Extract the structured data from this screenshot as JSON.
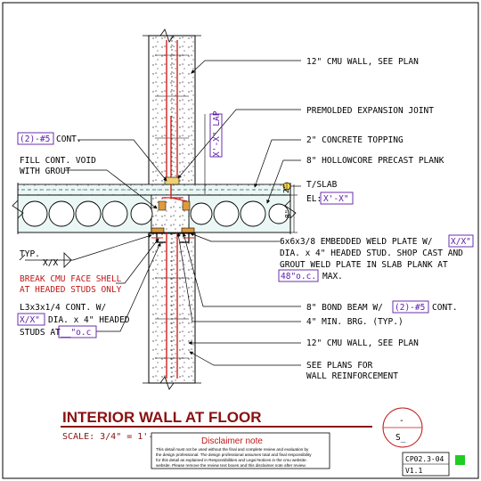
{
  "detail": {
    "title": "INTERIOR WALL AT FLOOR",
    "scale": "SCALE: 3/4\" = 1'-0\"",
    "sheet_code": "CP02.3-04",
    "version": "V1.1",
    "section_top": "-",
    "section_bottom": "S_"
  },
  "disclaimer": {
    "title": "Disclaimer note",
    "lines": [
      "This detail must not be used without the final and complete review and evaluation by",
      "the design professional. The design professional assumes total and final responsibility",
      "for this detail as explained in Responsibilities and Legal Notices in the cmu website.",
      "website. Please remove the review text boxes and this disclaimer note after review."
    ]
  },
  "callouts": {
    "cmu_wall_top": "12\" CMU WALL, SEE PLAN",
    "expansion_joint": "PREMOLDED EXPANSION JOINT",
    "topping": "2\" CONCRETE TOPPING",
    "plank": "8\" HOLLOWCORE PRECAST PLANK",
    "tslab": "T/SLAB",
    "el_prefix": "EL:",
    "el_value": "X'-X\"",
    "weld_plate_1": "6x6x3/8 EMBEDDED WELD PLATE W/",
    "weld_plate_1_box": "X/X\"",
    "weld_plate_2": "DIA. x 4\" HEADED STUD. SHOP CAST AND",
    "weld_plate_3": "GROUT WELD PLATE IN SLAB PLANK AT",
    "weld_plate_4_box": "48\"o.c.",
    "weld_plate_4": "MAX.",
    "bond_beam_prefix": "8\" BOND BEAM W/",
    "bond_beam_box": "(2)-#5",
    "bond_beam_suffix": "CONT.",
    "bearing": "4\" MIN. BRG. (TYP.)",
    "cmu_wall_bottom": "12\" CMU WALL, SEE PLAN",
    "see_plans_1": "SEE PLANS FOR",
    "see_plans_2": "WALL REINFORCEMENT",
    "bars_box": "(2)-#5",
    "bars_suffix": "CONT.",
    "fill_void_1": "FILL CONT. VOID",
    "fill_void_2": "WITH GROUT",
    "weld_typ": "TYP.",
    "weld_size": "X/X",
    "break_cmu_1": "BREAK CMU FACE SHELL",
    "break_cmu_2": "AT HEADED STUDS ONLY",
    "angle_1": "L3x3x1/4 CONT. W/",
    "angle_2_box": "X/X\"",
    "angle_2": "DIA. x 4\" HEADED",
    "angle_3_prefix": "STUDS AT",
    "angle_3_box": "__\"o.c",
    "lap": "X'-X\" LAP",
    "dim_2": "2\"",
    "dim_8": "8\""
  },
  "colors": {
    "title": "#8a1010",
    "annotation_box": "#5a1aa6",
    "rebar": "#d42020",
    "leader": "#000000",
    "status_square": "#22cc22"
  }
}
